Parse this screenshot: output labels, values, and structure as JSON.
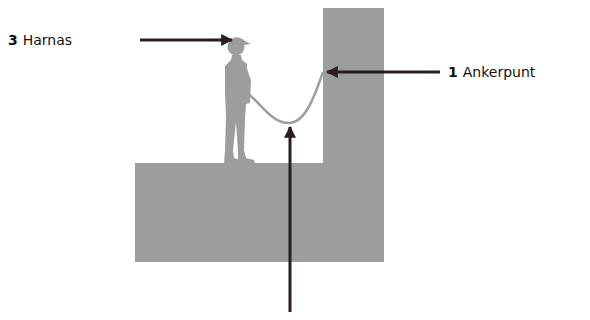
{
  "diagram": {
    "labels": [
      "3",
      "Harnas",
      "1",
      "Ankerpunt"
    ]
  }
}
